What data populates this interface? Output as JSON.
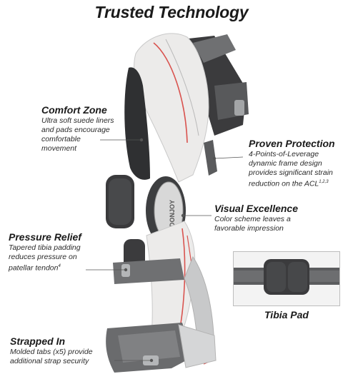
{
  "title": "Trusted Technology",
  "callouts": {
    "comfort": {
      "heading": "Comfort Zone",
      "lines": [
        "Ultra soft suede liners",
        "and pads encourage",
        "comfortable",
        "movement"
      ]
    },
    "protection": {
      "heading": "Proven Protection",
      "lines": [
        "4-Points-of-Leverage",
        "dynamic frame design",
        "provides significant strain",
        "reduction on the ACL"
      ],
      "superscript": "1,2,3"
    },
    "visual": {
      "heading": "Visual Excellence",
      "lines": [
        "Color scheme leaves a",
        "favorable impression"
      ]
    },
    "pressure": {
      "heading": "Pressure Relief",
      "lines": [
        "Tapered tibia padding",
        "reduces pressure on",
        "patellar tendon"
      ],
      "superscript": "4"
    },
    "strapped": {
      "heading": "Strapped In",
      "lines": [
        "Molded tabs (x5) provide",
        "additional strap security"
      ]
    }
  },
  "tibia_pad": {
    "label": "Tibia Pad"
  },
  "brand": {
    "logo_text": "DONJOY"
  },
  "colors": {
    "frame_white": "#ecebea",
    "frame_gray": "#8d8f91",
    "pad_dark": "#3c3c3e",
    "accent_red": "#d9534f",
    "strap_gray": "#6f7072"
  }
}
